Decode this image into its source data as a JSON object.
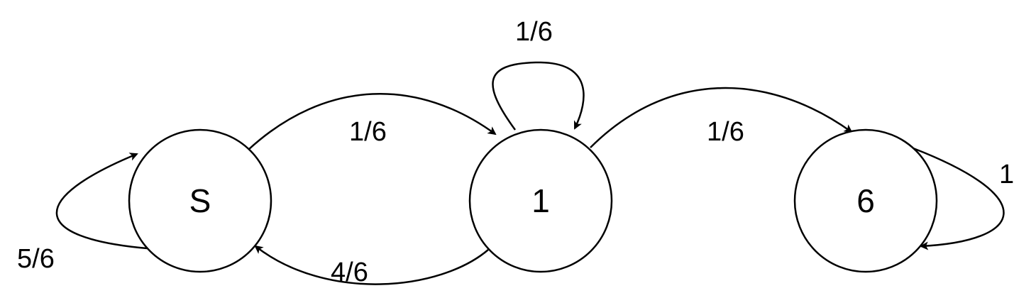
{
  "diagram": {
    "type": "state-transition",
    "nodes": [
      {
        "id": "S",
        "label": "S"
      },
      {
        "id": "1",
        "label": "1"
      },
      {
        "id": "6",
        "label": "6"
      }
    ],
    "edges": [
      {
        "id": "s-self",
        "from": "S",
        "to": "S",
        "label": "5/6"
      },
      {
        "id": "s-to-1",
        "from": "S",
        "to": "1",
        "label": "1/6"
      },
      {
        "id": "1-self",
        "from": "1",
        "to": "1",
        "label": "1/6"
      },
      {
        "id": "1-to-6",
        "from": "1",
        "to": "6",
        "label": "1/6"
      },
      {
        "id": "1-to-s",
        "from": "1",
        "to": "S",
        "label": "4/6"
      },
      {
        "id": "6-self",
        "from": "6",
        "to": "6",
        "label": "1"
      }
    ]
  }
}
